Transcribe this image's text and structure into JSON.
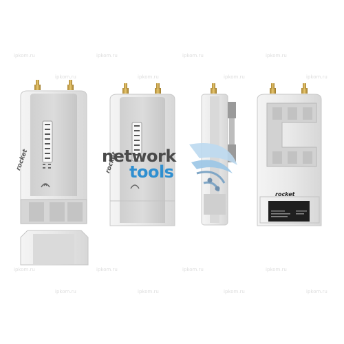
{
  "logo": {
    "word1": "network",
    "word2": "tools",
    "colors": {
      "dark": "#4a4a4a",
      "blue": "#2f8fd0"
    }
  },
  "watermark": {
    "text": "ipkom.ru",
    "color": "#dcdcdc"
  },
  "product": {
    "brand_label": "rocket",
    "body_color": "#e4e4e4",
    "edge_color": "#c8c8c8",
    "antenna_color": "#c9a24a"
  }
}
